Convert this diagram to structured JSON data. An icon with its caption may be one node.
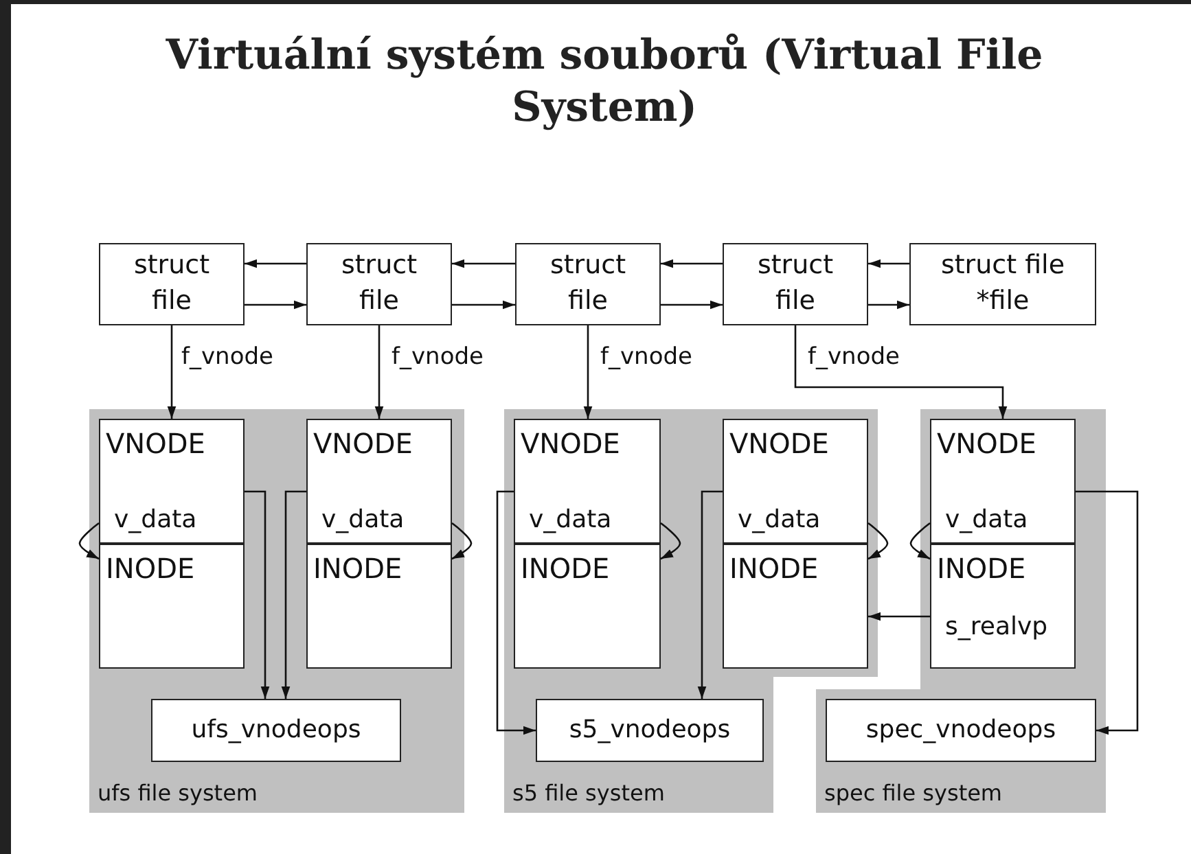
{
  "diagram": {
    "title": "Virtuální systém souborů (Virtual File System)",
    "nodes": [
      {
        "text": [
          "struct file"
        ]
      },
      {
        "text": [
          "struct file"
        ]
      },
      {
        "text": [
          "struct file"
        ]
      },
      {
        "text": [
          "struct file"
        ]
      },
      {
        "text": [
          "struct file *file"
        ]
      },
      {
        "text": [
          "ufs file system"
        ]
      },
      {
        "text": [
          "VNODE",
          "v_data"
        ],
        "in": 5
      },
      {
        "text": [
          "INODE"
        ],
        "in": 5
      },
      {
        "text": [
          "VNODE",
          "v_data"
        ],
        "in": 5
      },
      {
        "text": [
          "INODE"
        ],
        "in": 5
      },
      {
        "text": [
          "ufs_vnodeops"
        ],
        "in": 5
      },
      {
        "text": [
          "s5 file system"
        ]
      },
      {
        "text": [
          "VNODE",
          "v_data"
        ],
        "in": 11
      },
      {
        "text": [
          "INODE"
        ],
        "in": 11
      },
      {
        "text": [
          "VNODE",
          "v_data"
        ],
        "in": 11
      },
      {
        "text": [
          "INODE"
        ],
        "in": 11
      },
      {
        "text": [
          "s5_vnodeops"
        ],
        "in": 11
      },
      {
        "text": [
          "spec file system"
        ]
      },
      {
        "text": [
          "VNODE",
          "v_data"
        ],
        "in": 17
      },
      {
        "text": [
          "INODE",
          "s_realvp"
        ],
        "in": 17
      },
      {
        "text": [
          "spec_vnodeops"
        ],
        "in": 17
      }
    ],
    "edges": [
      {
        "from": 1,
        "to": 0,
        "arrow": "to"
      },
      {
        "from": 0,
        "to": 1,
        "arrow": "to"
      },
      {
        "from": 2,
        "to": 1,
        "arrow": "to"
      },
      {
        "from": 1,
        "to": 2,
        "arrow": "to"
      },
      {
        "from": 3,
        "to": 2,
        "arrow": "to"
      },
      {
        "from": 2,
        "to": 3,
        "arrow": "to"
      },
      {
        "from": 4,
        "to": 3,
        "arrow": "to"
      },
      {
        "from": 3,
        "to": 4,
        "arrow": "to"
      },
      {
        "from": 0,
        "to": 6,
        "arrow": "to",
        "label": "f_vnode"
      },
      {
        "from": 1,
        "to": 8,
        "arrow": "to",
        "label": "f_vnode"
      },
      {
        "from": 2,
        "to": 12,
        "arrow": "to",
        "label": "f_vnode"
      },
      {
        "from": 3,
        "to": 18,
        "arrow": "to",
        "label": "f_vnode"
      },
      {
        "from": 6,
        "to": 7,
        "arrow": "to"
      },
      {
        "from": 8,
        "to": 9,
        "arrow": "to"
      },
      {
        "from": 12,
        "to": 13,
        "arrow": "to"
      },
      {
        "from": 14,
        "to": 15,
        "arrow": "to"
      },
      {
        "from": 18,
        "to": 19,
        "arrow": "to"
      },
      {
        "from": 6,
        "to": 10,
        "arrow": "to"
      },
      {
        "from": 8,
        "to": 10,
        "arrow": "to"
      },
      {
        "from": 12,
        "to": 16,
        "arrow": "to"
      },
      {
        "from": 14,
        "to": 16,
        "arrow": "to"
      },
      {
        "from": 18,
        "to": 20,
        "arrow": "to"
      },
      {
        "from": 19,
        "to": 15,
        "arrow": "to"
      }
    ]
  }
}
